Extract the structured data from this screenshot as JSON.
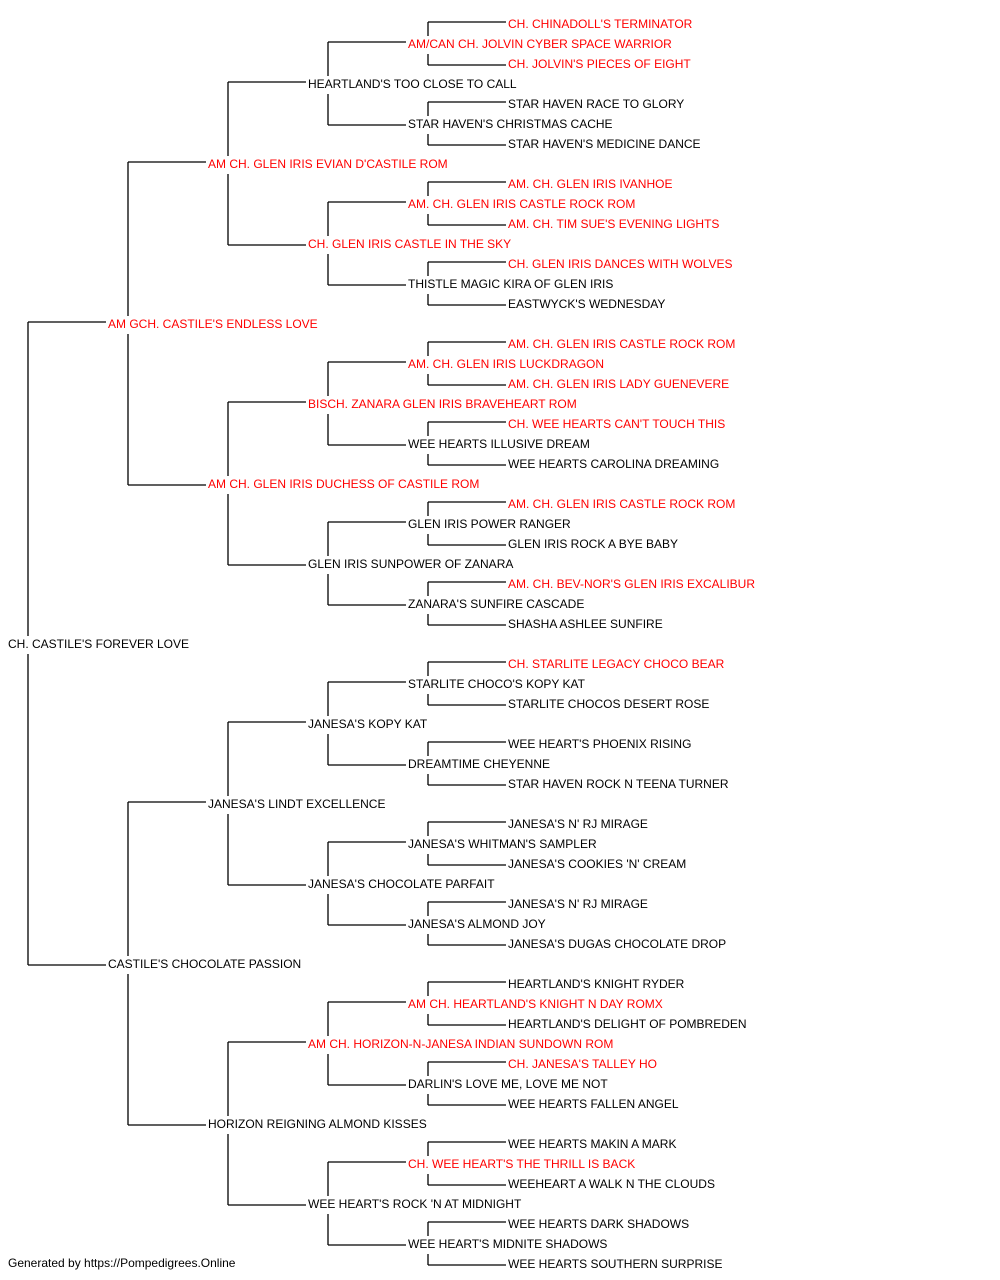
{
  "colors": {
    "champion": "#ff0000",
    "regular": "#000000",
    "line": "#000000"
  },
  "pedigree": {
    "name": "CH. CASTILE'S FOREVER LOVE",
    "champion": false,
    "sire": {
      "name": "AM GCH. CASTILE'S ENDLESS LOVE",
      "champion": true,
      "sire": {
        "name": "AM CH. GLEN IRIS EVIAN D'CASTILE ROM",
        "champion": true,
        "sire": {
          "name": "HEARTLAND'S TOO CLOSE TO CALL",
          "champion": false,
          "sire": {
            "name": "AM/CAN CH. JOLVIN CYBER SPACE WARRIOR",
            "champion": true,
            "sire": {
              "name": "CH. CHINADOLL'S TERMINATOR",
              "champion": true
            },
            "dam": {
              "name": "CH. JOLVIN'S PIECES OF EIGHT",
              "champion": true
            }
          },
          "dam": {
            "name": "STAR HAVEN'S CHRISTMAS CACHE",
            "champion": false,
            "sire": {
              "name": "STAR HAVEN RACE TO GLORY",
              "champion": false
            },
            "dam": {
              "name": "STAR HAVEN'S MEDICINE DANCE",
              "champion": false
            }
          }
        },
        "dam": {
          "name": "CH. GLEN IRIS CASTLE IN THE SKY",
          "champion": true,
          "sire": {
            "name": "AM. CH. GLEN IRIS CASTLE ROCK ROM",
            "champion": true,
            "sire": {
              "name": "AM. CH. GLEN IRIS IVANHOE",
              "champion": true
            },
            "dam": {
              "name": "AM. CH. TIM SUE'S EVENING LIGHTS",
              "champion": true
            }
          },
          "dam": {
            "name": "THISTLE MAGIC KIRA OF GLEN IRIS",
            "champion": false,
            "sire": {
              "name": "CH. GLEN IRIS DANCES WITH WOLVES",
              "champion": true
            },
            "dam": {
              "name": "EASTWYCK'S WEDNESDAY",
              "champion": false
            }
          }
        }
      },
      "dam": {
        "name": "AM CH. GLEN IRIS DUCHESS OF CASTILE ROM",
        "champion": true,
        "sire": {
          "name": "BISCH. ZANARA GLEN IRIS BRAVEHEART ROM",
          "champion": true,
          "sire": {
            "name": "AM. CH. GLEN IRIS LUCKDRAGON",
            "champion": true,
            "sire": {
              "name": "AM. CH. GLEN IRIS CASTLE ROCK ROM",
              "champion": true
            },
            "dam": {
              "name": "AM. CH. GLEN IRIS LADY GUENEVERE",
              "champion": true
            }
          },
          "dam": {
            "name": "WEE HEARTS ILLUSIVE DREAM",
            "champion": false,
            "sire": {
              "name": "CH. WEE HEARTS CAN'T TOUCH THIS",
              "champion": true
            },
            "dam": {
              "name": "WEE HEARTS CAROLINA DREAMING",
              "champion": false
            }
          }
        },
        "dam": {
          "name": "GLEN IRIS SUNPOWER OF ZANARA",
          "champion": false,
          "sire": {
            "name": "GLEN IRIS POWER RANGER",
            "champion": false,
            "sire": {
              "name": "AM. CH. GLEN IRIS CASTLE ROCK ROM",
              "champion": true
            },
            "dam": {
              "name": "GLEN IRIS ROCK A BYE BABY",
              "champion": false
            }
          },
          "dam": {
            "name": "ZANARA'S SUNFIRE CASCADE",
            "champion": false,
            "sire": {
              "name": "AM. CH. BEV-NOR'S GLEN IRIS EXCALIBUR",
              "champion": true
            },
            "dam": {
              "name": "SHASHA ASHLEE SUNFIRE",
              "champion": false
            }
          }
        }
      }
    },
    "dam": {
      "name": "CASTILE'S CHOCOLATE PASSION",
      "champion": false,
      "sire": {
        "name": "JANESA'S LINDT EXCELLENCE",
        "champion": false,
        "sire": {
          "name": "JANESA'S KOPY KAT",
          "champion": false,
          "sire": {
            "name": "STARLITE CHOCO'S KOPY KAT",
            "champion": false,
            "sire": {
              "name": "CH. STARLITE LEGACY CHOCO BEAR",
              "champion": true
            },
            "dam": {
              "name": "STARLITE CHOCOS DESERT ROSE",
              "champion": false
            }
          },
          "dam": {
            "name": "DREAMTIME CHEYENNE",
            "champion": false,
            "sire": {
              "name": "WEE HEART'S PHOENIX RISING",
              "champion": false
            },
            "dam": {
              "name": "STAR HAVEN ROCK N TEENA TURNER",
              "champion": false
            }
          }
        },
        "dam": {
          "name": "JANESA'S CHOCOLATE PARFAIT",
          "champion": false,
          "sire": {
            "name": "JANESA'S WHITMAN'S SAMPLER",
            "champion": false,
            "sire": {
              "name": "JANESA'S N' RJ MIRAGE",
              "champion": false
            },
            "dam": {
              "name": "JANESA'S COOKIES 'N' CREAM",
              "champion": false
            }
          },
          "dam": {
            "name": "JANESA'S ALMOND JOY",
            "champion": false,
            "sire": {
              "name": "JANESA'S N' RJ MIRAGE",
              "champion": false
            },
            "dam": {
              "name": "JANESA'S DUGAS CHOCOLATE DROP",
              "champion": false
            }
          }
        }
      },
      "dam": {
        "name": "HORIZON REIGNING ALMOND KISSES",
        "champion": false,
        "sire": {
          "name": "AM CH. HORIZON-N-JANESA INDIAN SUNDOWN ROM",
          "champion": true,
          "sire": {
            "name": "AM CH. HEARTLAND'S KNIGHT N DAY ROMX",
            "champion": true,
            "sire": {
              "name": "HEARTLAND'S KNIGHT RYDER",
              "champion": false
            },
            "dam": {
              "name": "HEARTLAND'S DELIGHT OF POMBREDEN",
              "champion": false
            }
          },
          "dam": {
            "name": "DARLIN'S LOVE ME, LOVE ME NOT",
            "champion": false,
            "sire": {
              "name": "CH. JANESA'S TALLEY HO",
              "champion": true
            },
            "dam": {
              "name": "WEE HEARTS FALLEN ANGEL",
              "champion": false
            }
          }
        },
        "dam": {
          "name": "WEE HEART'S ROCK 'N AT MIDNIGHT",
          "champion": false,
          "sire": {
            "name": "CH. WEE HEART'S THE THRILL IS BACK",
            "champion": true,
            "sire": {
              "name": "WEE HEARTS MAKIN A MARK",
              "champion": false
            },
            "dam": {
              "name": "WEEHEART A WALK N THE CLOUDS",
              "champion": false
            }
          },
          "dam": {
            "name": "WEE HEART'S MIDNITE SHADOWS",
            "champion": false,
            "sire": {
              "name": "WEE HEARTS DARK SHADOWS",
              "champion": false
            },
            "dam": {
              "name": "WEE HEARTS SOUTHERN SURPRISE",
              "champion": false
            }
          }
        }
      }
    }
  },
  "footer": {
    "text": "Generated by https://Pompedigrees.Online"
  }
}
